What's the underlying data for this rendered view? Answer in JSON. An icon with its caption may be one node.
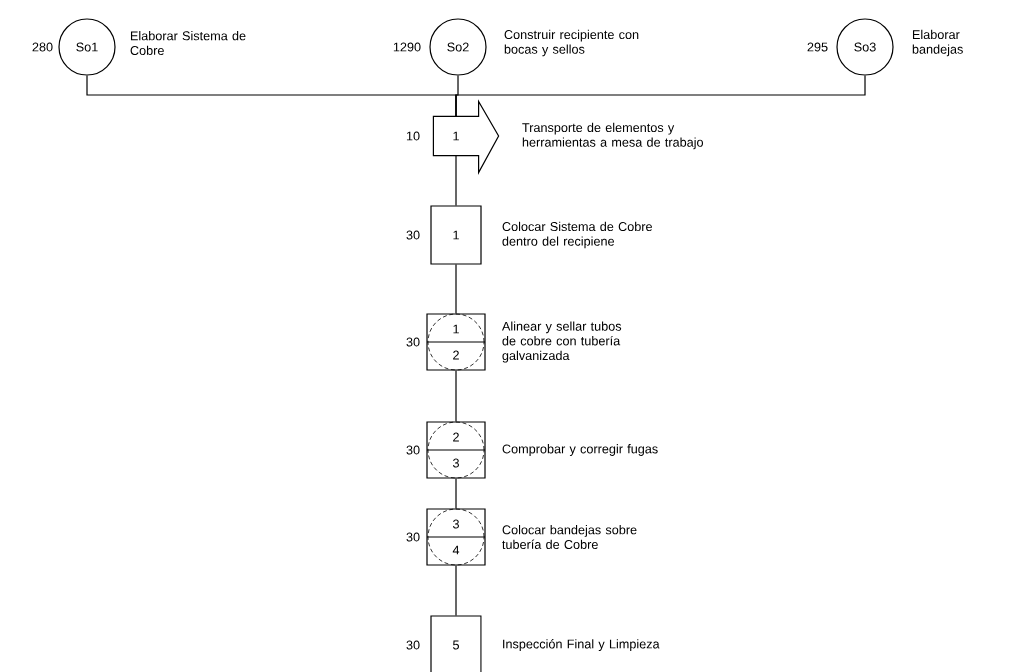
{
  "diagram": {
    "nodes": [
      {
        "text": [
          "So1"
        ],
        "beside": [
          "280",
          "Elaborar Sistema de Cobre"
        ]
      },
      {
        "text": [
          "So2"
        ],
        "beside": [
          "1290",
          "Construir recipiente con bocas y sellos"
        ]
      },
      {
        "text": [
          "So3"
        ],
        "beside": [
          "295",
          "Elaborar bandejas"
        ]
      },
      {
        "text": [
          "1"
        ],
        "beside": [
          "10",
          "Transporte de elementos y herramientas a mesa de trabajo"
        ]
      },
      {
        "text": [
          "1"
        ],
        "beside": [
          "30",
          "Colocar Sistema de Cobre dentro del recipiene"
        ]
      },
      {
        "text": [
          "1",
          "2"
        ],
        "beside": [
          "30",
          "Alinear y sellar tubos de cobre con tubería galvanizada"
        ]
      },
      {
        "text": [
          "2",
          "3"
        ],
        "beside": [
          "30",
          "Comprobar y corregir fugas"
        ]
      },
      {
        "text": [
          "3",
          "4"
        ],
        "beside": [
          "30",
          "Colocar bandejas sobre tubería de Cobre"
        ]
      },
      {
        "text": [
          "5"
        ],
        "beside": [
          "30",
          "Inspección Final y Limpieza"
        ]
      }
    ],
    "edges": [
      {
        "from": 0,
        "to": 3,
        "arrow": "none"
      },
      {
        "from": 1,
        "to": 3,
        "arrow": "none"
      },
      {
        "from": 2,
        "to": 3,
        "arrow": "none"
      },
      {
        "from": 3,
        "to": 4,
        "arrow": "none"
      },
      {
        "from": 4,
        "to": 5,
        "arrow": "none"
      },
      {
        "from": 5,
        "to": 6,
        "arrow": "none"
      },
      {
        "from": 6,
        "to": 7,
        "arrow": "none"
      },
      {
        "from": 7,
        "to": 8,
        "arrow": "none"
      }
    ]
  }
}
